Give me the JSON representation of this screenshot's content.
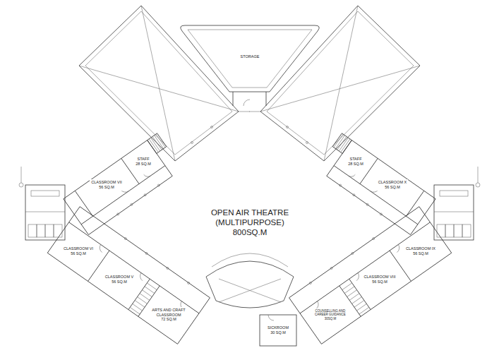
{
  "diagram": {
    "nodes": [
      {
        "text": [
          "STORAGE"
        ]
      },
      {
        "text": [
          "STAFF",
          "28 SQ.M"
        ]
      },
      {
        "text": [
          "STAFF",
          "28 SQ.M"
        ]
      },
      {
        "text": [
          "CLASSROOM VII",
          "56 SQ.M"
        ]
      },
      {
        "text": [
          "CLASSROOM X",
          "56 SQ.M"
        ]
      },
      {
        "text": [
          "OPEN AIR THEATRE (MULTIPURPOSE)",
          "800SQ.M"
        ]
      },
      {
        "text": [
          "CLASSROOM VI",
          "56 SQ.M"
        ]
      },
      {
        "text": [
          "CLASSROOM IX",
          "56 SQ.M"
        ]
      },
      {
        "text": [
          "CLASSROOM V",
          "56 SQ.M"
        ]
      },
      {
        "text": [
          "CLASSROOM VIII",
          "56 SQ.M"
        ]
      },
      {
        "text": [
          "ARTS AND CRAFT CLASSROOM",
          "72 SQ.M"
        ]
      },
      {
        "text": [
          "COUNSELLING AND CAREER GUIDANCE",
          "30SQ.M"
        ]
      },
      {
        "text": [
          "SICKROOM",
          "30 SQ.M"
        ]
      }
    ]
  }
}
